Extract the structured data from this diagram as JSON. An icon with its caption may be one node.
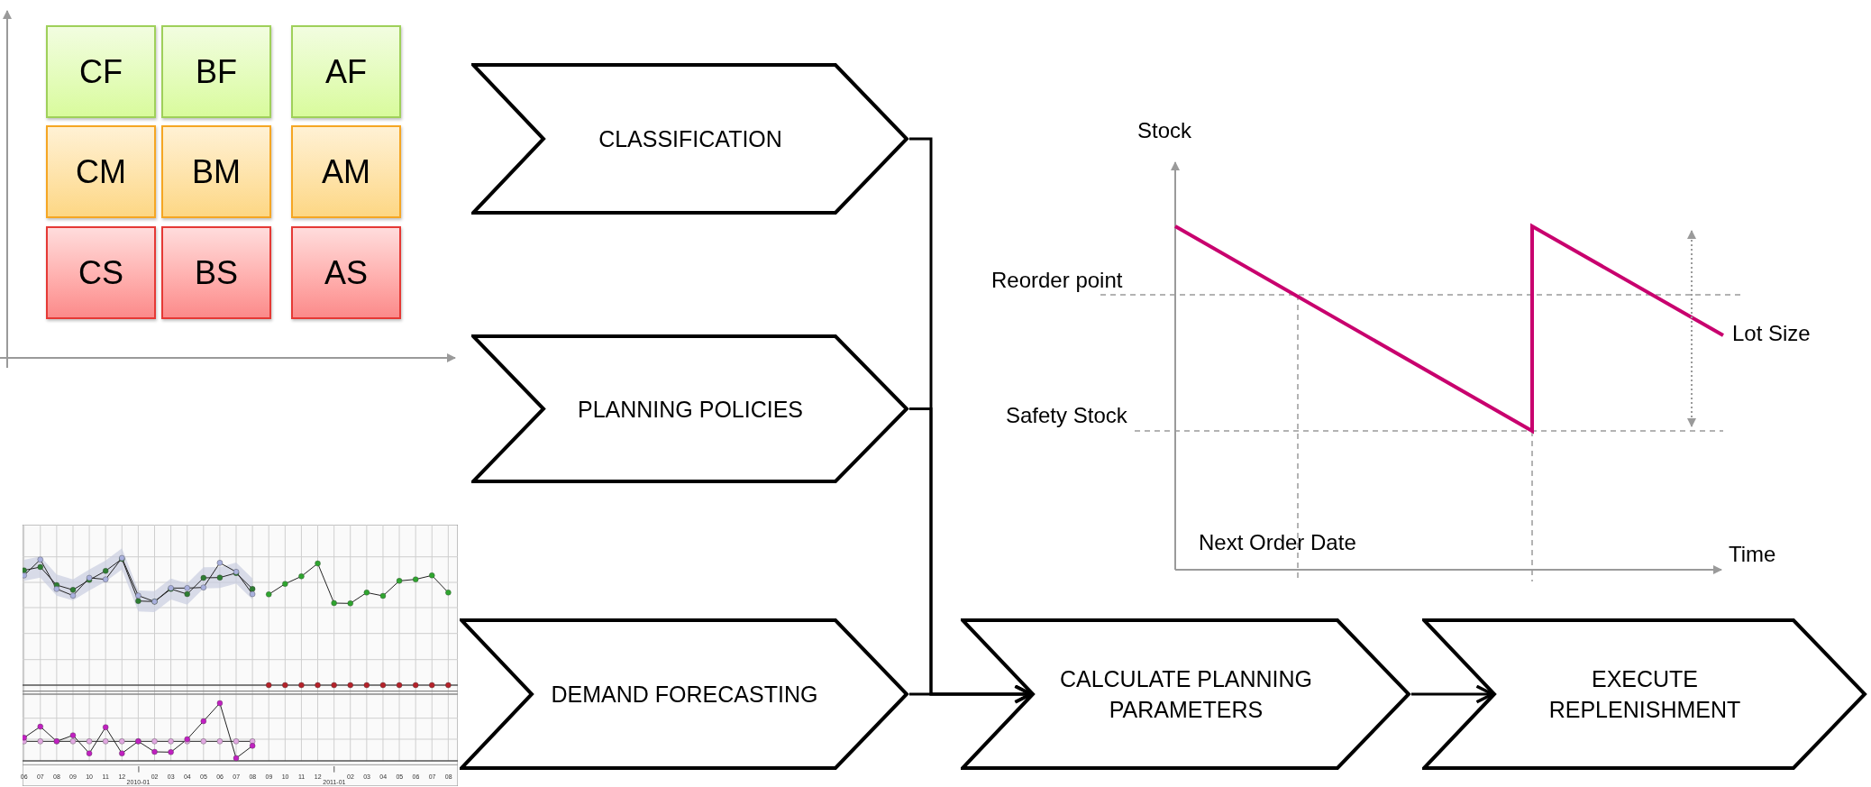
{
  "diagram": {
    "nodes": [
      {
        "text": [
          "CF"
        ]
      },
      {
        "text": [
          "BF"
        ]
      },
      {
        "text": [
          "AF"
        ]
      },
      {
        "text": [
          "CM"
        ]
      },
      {
        "text": [
          "BM"
        ]
      },
      {
        "text": [
          "AM"
        ]
      },
      {
        "text": [
          "CS"
        ]
      },
      {
        "text": [
          "BS"
        ]
      },
      {
        "text": [
          "AS"
        ]
      },
      {
        "text": [
          "CLASSIFICATION"
        ]
      },
      {
        "text": [
          "PLANNING POLICIES"
        ]
      },
      {
        "text": [
          "DEMAND FORECASTING"
        ]
      },
      {
        "text": [
          "CALCULATE PLANNING PARAMETERS"
        ]
      },
      {
        "text": [
          "EXECUTE REPLENISHMENT"
        ]
      }
    ],
    "edges": [
      {
        "from": 9,
        "to": 12,
        "arrow": "to"
      },
      {
        "from": 10,
        "to": 12,
        "arrow": "to"
      },
      {
        "from": 11,
        "to": 12,
        "arrow": "to"
      },
      {
        "from": 12,
        "to": 13,
        "arrow": "to"
      }
    ],
    "labels": [
      "Stock",
      "Reorder point",
      "Lot Size",
      "Safety Stock",
      "Next Order Date",
      "Time",
      "06",
      "07",
      "08",
      "09",
      "10",
      "11",
      "12",
      "2010-01",
      "02",
      "03",
      "04",
      "05",
      "06",
      "07",
      "08",
      "09",
      "10",
      "11",
      "12",
      "2011-01",
      "02",
      "03",
      "04",
      "05",
      "06",
      "07",
      "08"
    ]
  }
}
